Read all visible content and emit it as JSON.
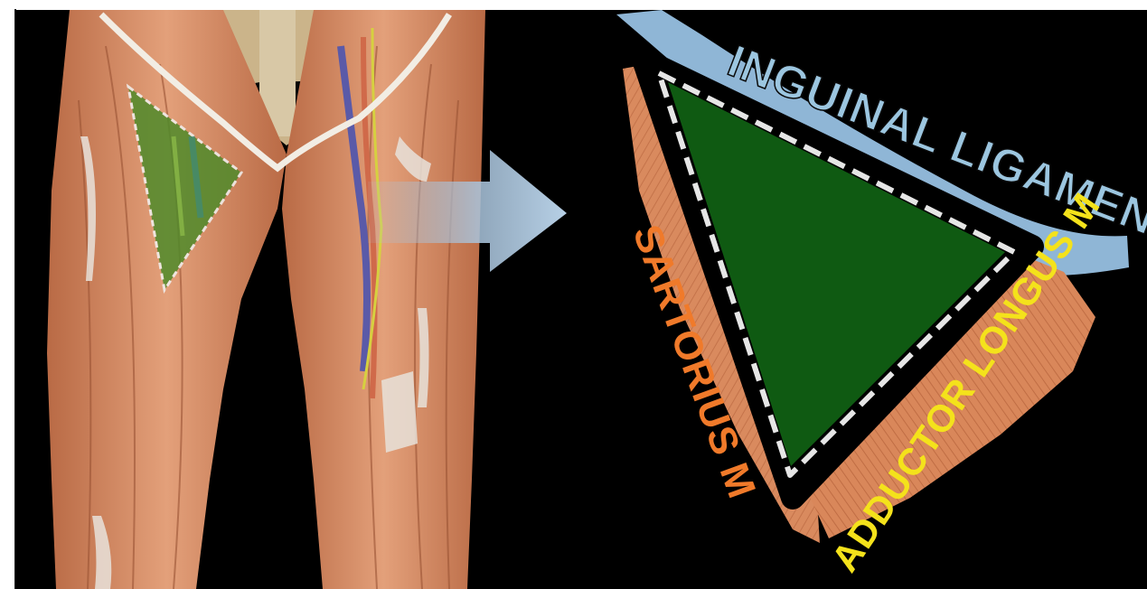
{
  "labels": {
    "inguinal_ligament": "INGUINAL LIGAMENT",
    "sartorius": "SARTORIUS M",
    "adductor_longus": "ADDUCTOR LONGUS M"
  },
  "colors": {
    "background": "#000000",
    "muscle": "#d98a5e",
    "muscle_dark": "#b8663f",
    "triangle": "#0f5a12",
    "ligament": "#8fb6d6",
    "inguinal_text": "#9cc6e0",
    "sartorius_text": "#f07a2a",
    "adductor_text": "#f4e21b",
    "arrow": "#a9c4dc",
    "dash": "#e6e6e6"
  }
}
